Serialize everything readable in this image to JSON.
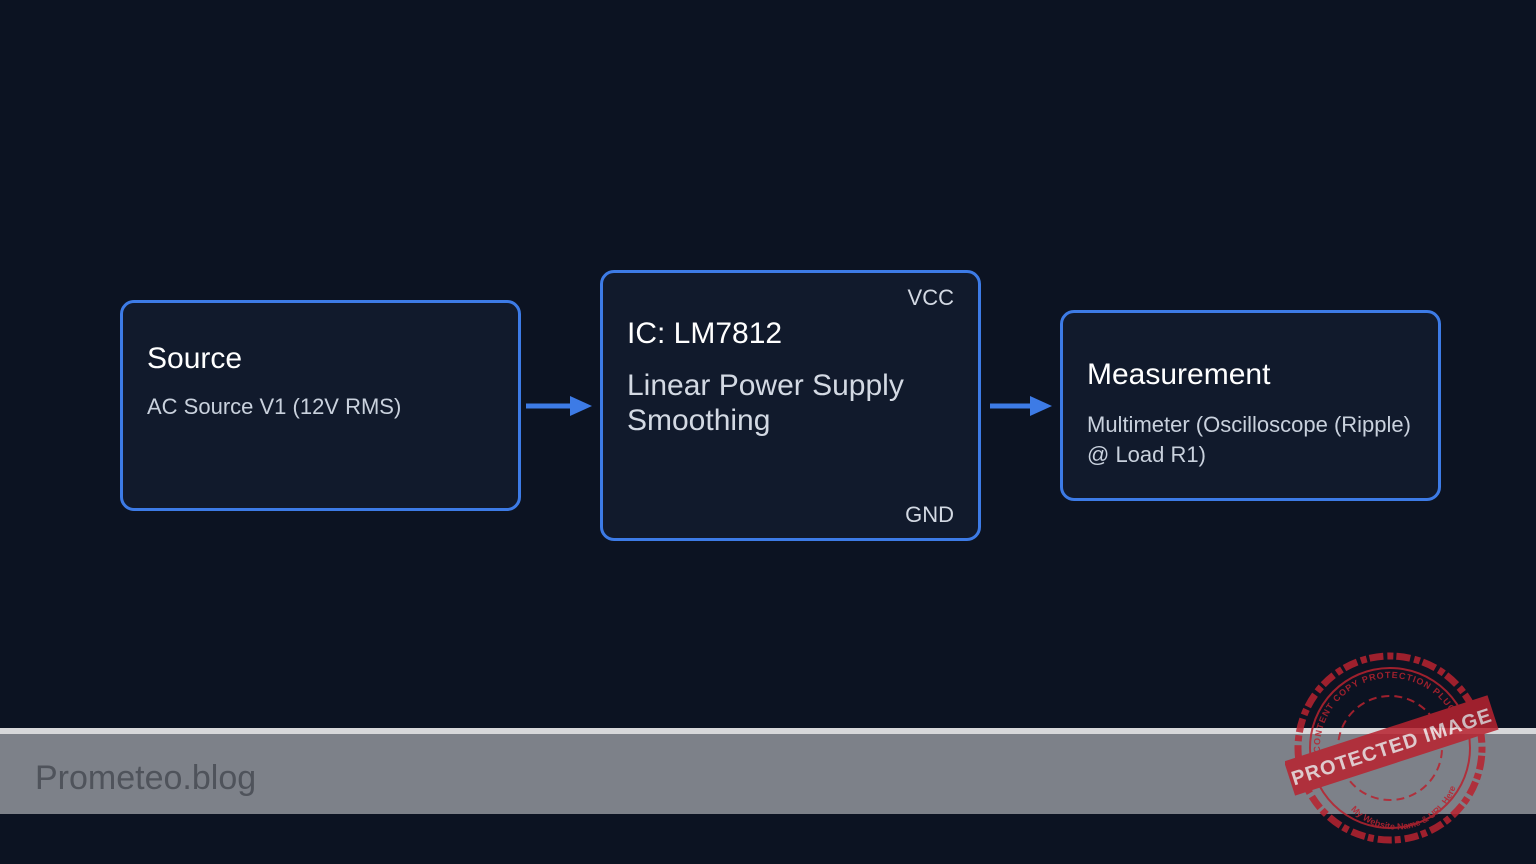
{
  "diagram": {
    "blocks": [
      {
        "title": "Source",
        "description": "AC Source V1 (12V RMS)"
      },
      {
        "title": "IC: LM7812",
        "description": "Linear Power Supply Smoothing",
        "pins": {
          "top": "VCC",
          "bottom": "GND"
        }
      },
      {
        "title": "Measurement",
        "description": "Multimeter (Oscilloscope (Ripple) @ Load R1)"
      }
    ],
    "edges": [
      {
        "from": "Source",
        "to": "IC: LM7812"
      },
      {
        "from": "IC: LM7812",
        "to": "Measurement"
      }
    ]
  },
  "footer": {
    "site": "Prometeo.blog"
  },
  "watermark": {
    "banner": "PROTECTED IMAGE",
    "ring_top": "CONTENT COPY PROTECTION PLUGIN",
    "ring_bottom": "My Website Name & URL Here"
  },
  "colors": {
    "background": "#0c1322",
    "accent": "#3d7be6",
    "block_fill": "#111a2c",
    "footer": "#7d8189",
    "stamp": "#b8232f"
  }
}
